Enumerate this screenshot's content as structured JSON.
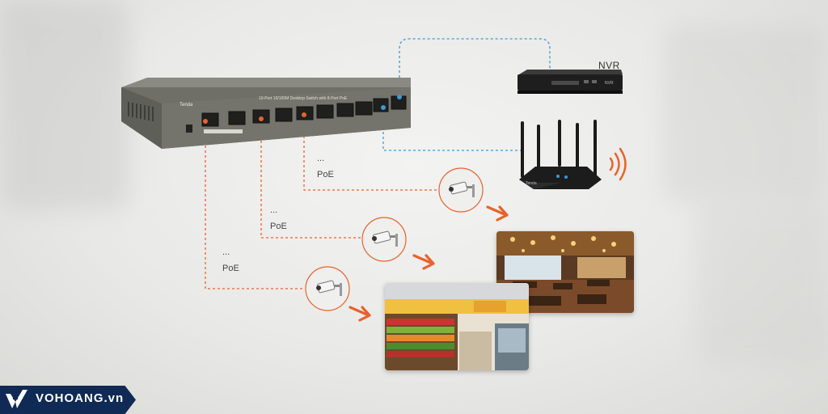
{
  "labels": {
    "nvr": "NVR",
    "poe": "PoE",
    "dots": "...",
    "switch_brand": "Tenda",
    "switch_model": "10-Port 10/100M Desktop Switch with 8-Port PoE",
    "brand_site": "VOHOANG.vn"
  },
  "colors": {
    "poe_link": "#e8622b",
    "network_link": "#3a9ad9",
    "logo_bg": "#0f2a55"
  }
}
